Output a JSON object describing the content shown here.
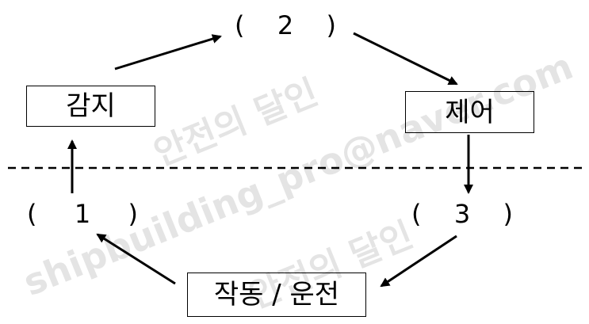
{
  "diagram": {
    "nodes": {
      "sense": "감지",
      "control": "제어",
      "actuate": "작동 / 운전"
    },
    "blanks": {
      "blank1": {
        "open": "(",
        "value": "1",
        "close": ")"
      },
      "blank2": {
        "open": "(",
        "value": "2",
        "close": ")"
      },
      "blank3": {
        "open": "(",
        "value": "3",
        "close": ")"
      }
    }
  },
  "watermark": {
    "line1": "안전의 달인",
    "line2": "shipbuilding_pro@naver.com",
    "line3": "안전의 달인"
  },
  "colors": {
    "ink": "#000000",
    "background": "#ffffff"
  }
}
